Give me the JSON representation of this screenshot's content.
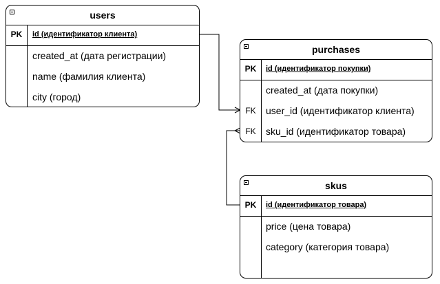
{
  "tables": {
    "users": {
      "name": "users",
      "pk": {
        "key": "PK",
        "label": "id (идентификатор клиента)"
      },
      "attrs": [
        "created_at (дата регистрации)",
        "name (фамилия клиента)",
        "city (город)"
      ]
    },
    "purchases": {
      "name": "purchases",
      "pk": {
        "key": "PK",
        "label": "id (идентификатор покупки)"
      },
      "attrs": [
        "created_at (дата покупки)"
      ],
      "fks": [
        {
          "key": "FK",
          "label": "user_id (идентификатор клиента)"
        },
        {
          "key": "FK",
          "label": "sku_id (идентификатор товара)"
        }
      ]
    },
    "skus": {
      "name": "skus",
      "pk": {
        "key": "PK",
        "label": "id (идентификатор товара)"
      },
      "attrs": [
        "price (цена товара)",
        "category (категория товара)"
      ]
    }
  }
}
